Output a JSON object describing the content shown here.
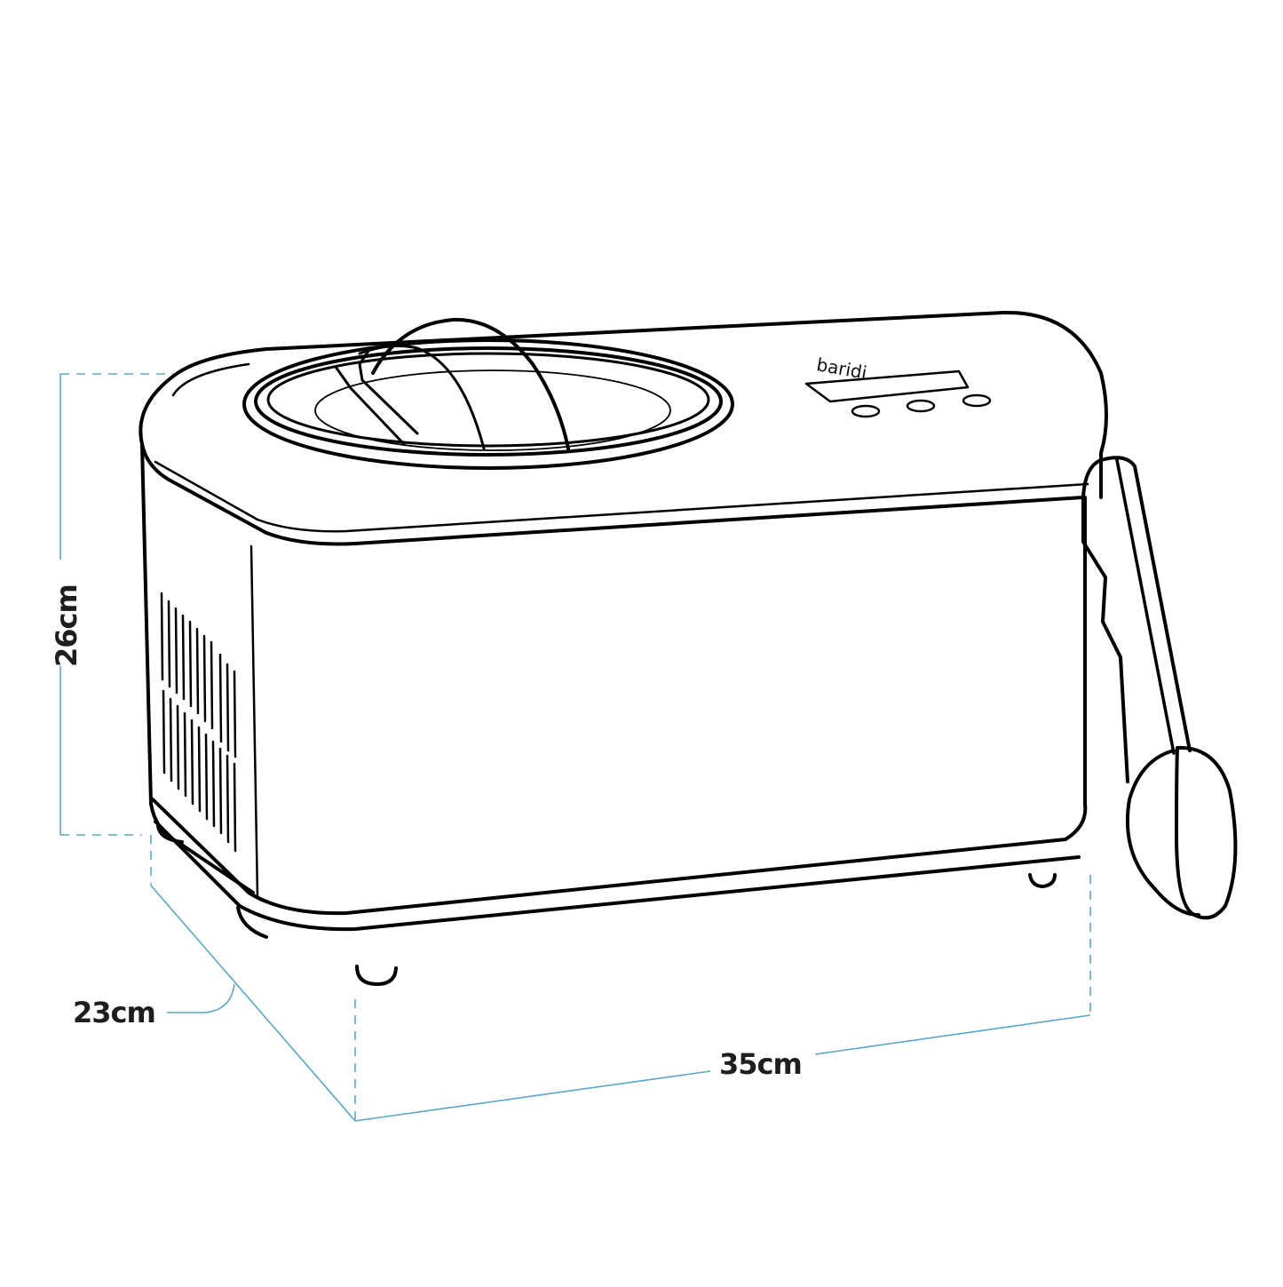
{
  "product": {
    "type": "ice cream maker",
    "brand_text": "baridi",
    "control_panel": {
      "display": "lcd-display",
      "buttons": [
        "button-1",
        "button-2",
        "button-3"
      ]
    },
    "accessories": [
      "scoop-spatula"
    ]
  },
  "dimensions": {
    "height": {
      "value": 26,
      "unit": "cm",
      "label": "26cm"
    },
    "depth": {
      "value": 23,
      "unit": "cm",
      "label": "23cm"
    },
    "width": {
      "value": 35,
      "unit": "cm",
      "label": "35cm"
    }
  },
  "colors": {
    "line_art": "#000000",
    "dimension_line": "#5aa6c8",
    "label_text": "#1e1e1e",
    "background": "#ffffff"
  }
}
